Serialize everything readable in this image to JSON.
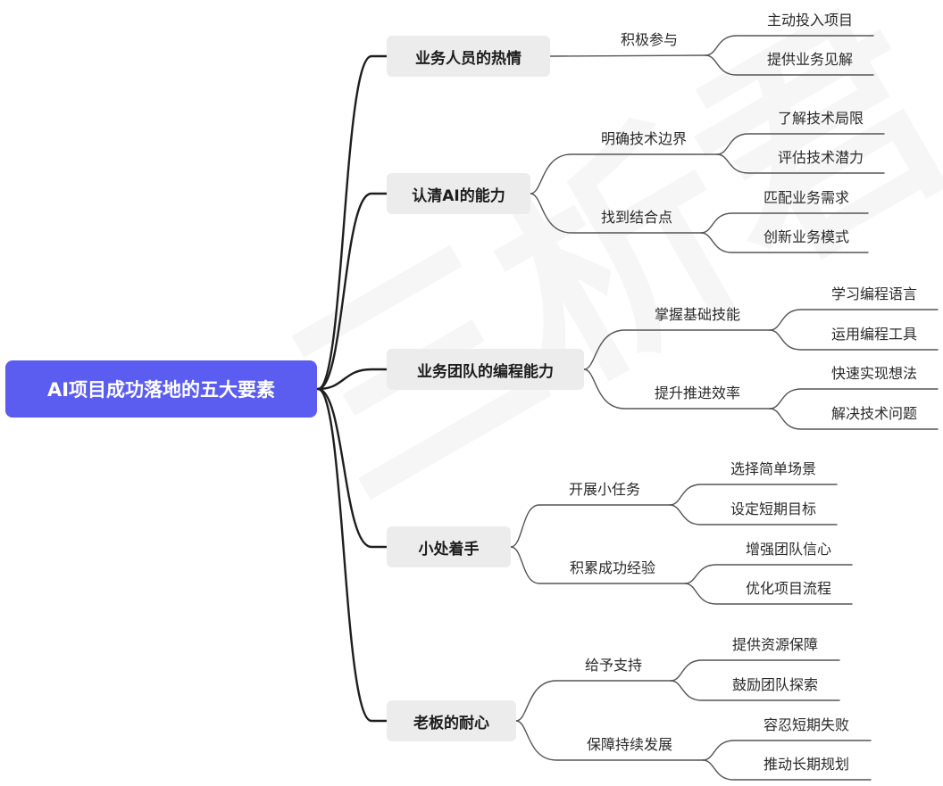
{
  "root": {
    "label": "AI项目成功落地的五大要素"
  },
  "watermark": "三析君",
  "branches": [
    {
      "label": "业务人员的热情",
      "subs": [
        {
          "label": "积极参与",
          "leaves": [
            "主动投入项目",
            "提供业务见解"
          ]
        }
      ]
    },
    {
      "label": "认清AI的能力",
      "subs": [
        {
          "label": "明确技术边界",
          "leaves": [
            "了解技术局限",
            "评估技术潜力"
          ]
        },
        {
          "label": "找到结合点",
          "leaves": [
            "匹配业务需求",
            "创新业务模式"
          ]
        }
      ]
    },
    {
      "label": "业务团队的编程能力",
      "subs": [
        {
          "label": "掌握基础技能",
          "leaves": [
            "学习编程语言",
            "运用编程工具"
          ]
        },
        {
          "label": "提升推进效率",
          "leaves": [
            "快速实现想法",
            "解决技术问题"
          ]
        }
      ]
    },
    {
      "label": "小处着手",
      "subs": [
        {
          "label": "开展小任务",
          "leaves": [
            "选择简单场景",
            "设定短期目标"
          ]
        },
        {
          "label": "积累成功经验",
          "leaves": [
            "增强团队信心",
            "优化项目流程"
          ]
        }
      ]
    },
    {
      "label": "老板的耐心",
      "subs": [
        {
          "label": "给予支持",
          "leaves": [
            "提供资源保障",
            "鼓励团队探索"
          ]
        },
        {
          "label": "保障持续发展",
          "leaves": [
            "容忍短期失败",
            "推动长期规划"
          ]
        }
      ]
    }
  ]
}
